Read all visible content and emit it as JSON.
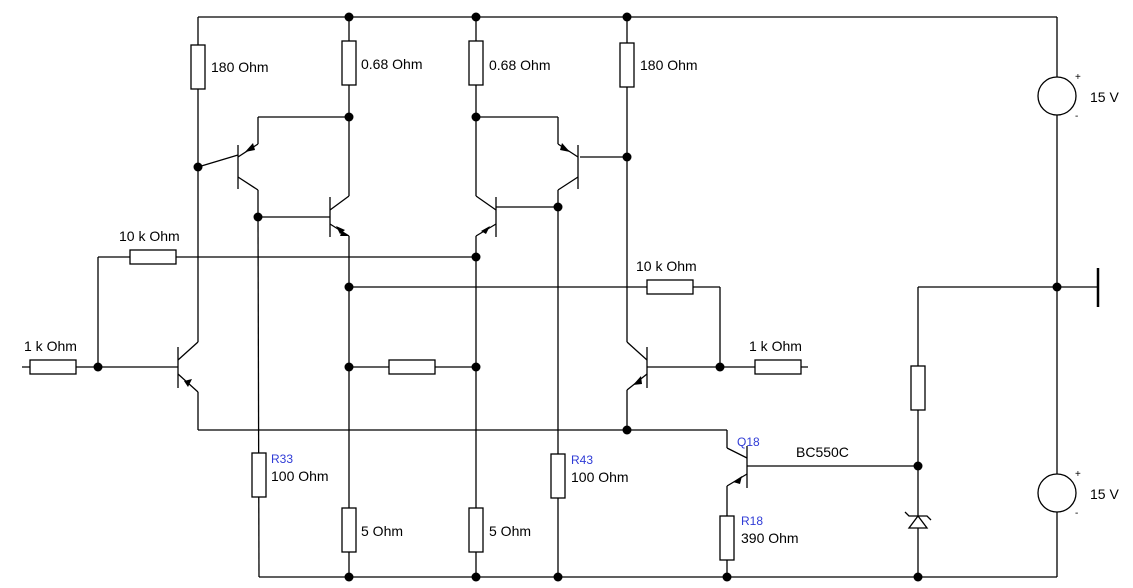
{
  "labels": {
    "r_top_left": "180  Ohm",
    "r_top_mid_left": "0.68  Ohm",
    "r_top_mid_right": "0.68  Ohm",
    "r_top_right": "180  Ohm",
    "r_fb_left": "10 k Ohm",
    "r_fb_right": "10 k Ohm",
    "r_in_left": "1 k Ohm",
    "r_in_right": "1 k Ohm",
    "r33_ref": "R33",
    "r33_val": "100  Ohm",
    "r43_ref": "R43",
    "r43_val": "100  Ohm",
    "r_bot_left": "5  Ohm",
    "r_bot_right": "5  Ohm",
    "q18_ref": "Q18",
    "q18_part": "BC550C",
    "r18_ref": "R18",
    "r18_val": "390  Ohm",
    "v_top": "15 V",
    "v_bot": "15 V",
    "plus": "+",
    "minus": "-"
  },
  "colors": {
    "wire": "#000000",
    "reference": "#2f3bd6",
    "background": "#ffffff"
  }
}
